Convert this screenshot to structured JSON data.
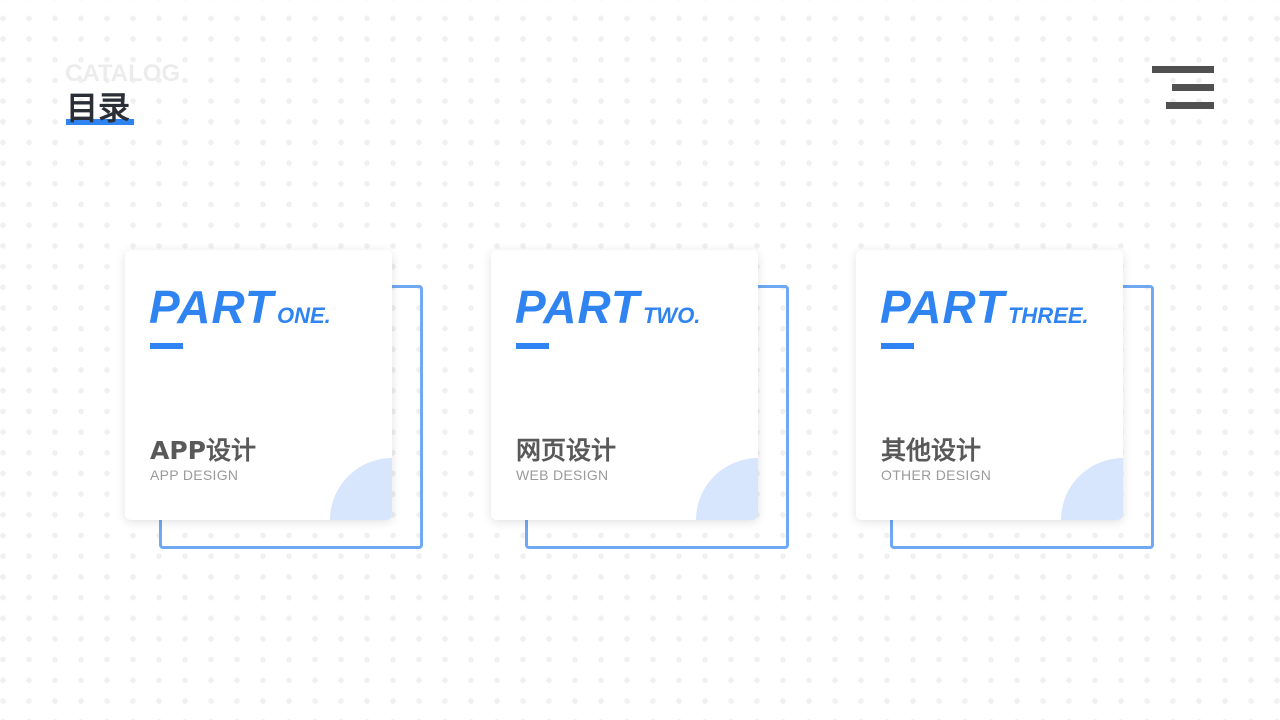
{
  "header": {
    "catalog_en": "CATALOG",
    "catalog_cn": "目录"
  },
  "menu_icon": "hamburger-menu-icon",
  "colors": {
    "accent": "#2f84f1",
    "outline": "#6fa8f3",
    "quarter_circle": "#d7e6fc",
    "title_text": "#2a2e36",
    "item_text": "#595959",
    "subtext": "#9a9a9a"
  },
  "parts": [
    {
      "part": "PART",
      "number": "ONE.",
      "title_cn": "APP设计",
      "title_en": "APP DESIGN"
    },
    {
      "part": "PART",
      "number": "TWO.",
      "title_cn": "网页设计",
      "title_en": "WEB DESIGN"
    },
    {
      "part": "PART",
      "number": "THREE.",
      "title_cn": "其他设计",
      "title_en": "OTHER DESIGN"
    }
  ]
}
